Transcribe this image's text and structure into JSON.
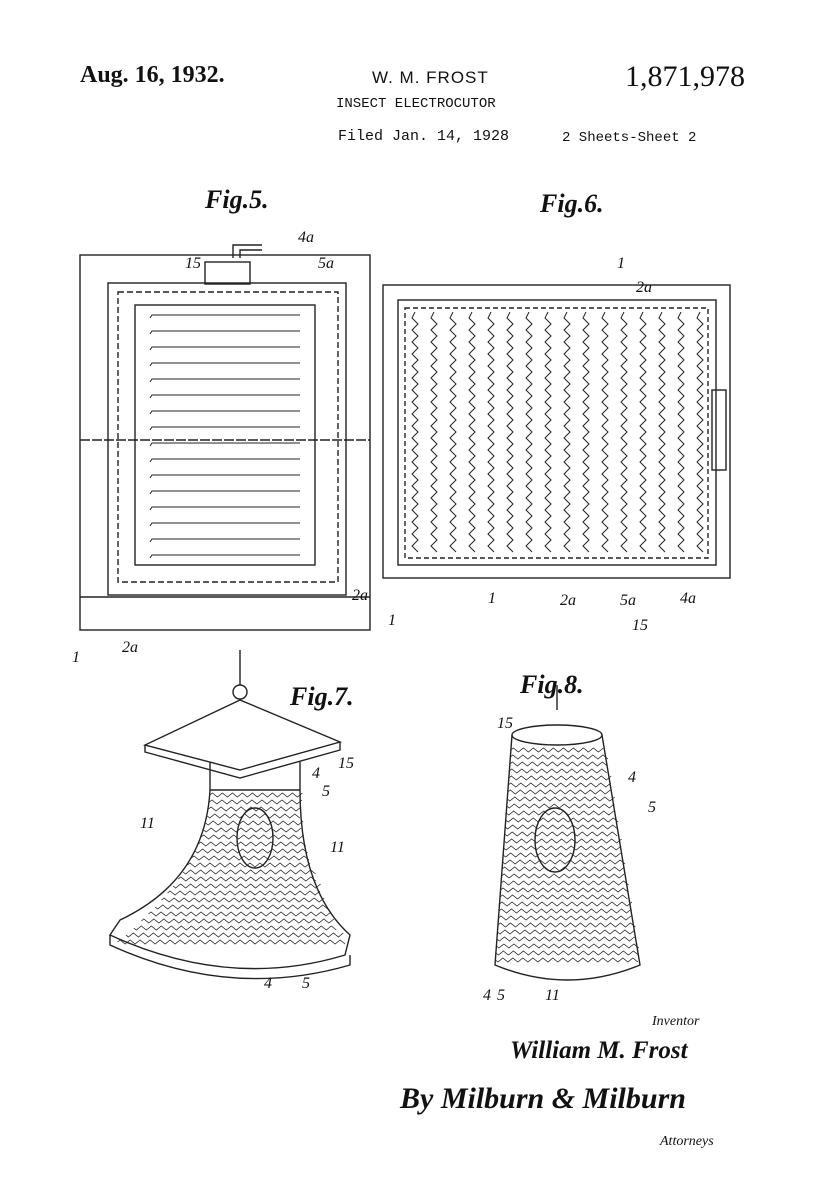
{
  "header": {
    "date": "Aug. 16, 1932.",
    "inventor": "W. M. FROST",
    "patent_number": "1,871,978",
    "title": "INSECT ELECTROCUTOR",
    "filed": "Filed Jan. 14, 1928",
    "sheets": "2 Sheets-Sheet  2"
  },
  "figures": {
    "fig5": {
      "title": "Fig.5.",
      "labels": [
        "15",
        "4a",
        "5a",
        "2a",
        "1",
        "1",
        "2a"
      ]
    },
    "fig6": {
      "title": "Fig.6.",
      "labels": [
        "1",
        "2a",
        "1",
        "2a",
        "5a",
        "4a",
        "15"
      ]
    },
    "fig7": {
      "title": "Fig.7.",
      "labels": [
        "15",
        "4",
        "5",
        "11",
        "11",
        "4",
        "5"
      ]
    },
    "fig8": {
      "title": "Fig.8.",
      "labels": [
        "15",
        "4",
        "5",
        "4",
        "5",
        "11"
      ]
    }
  },
  "signature": {
    "inventor_label": "Inventor",
    "inventor_name": "William M. Frost",
    "by_text": "By Milburn & Milburn",
    "attorneys_label": "Attorneys"
  }
}
